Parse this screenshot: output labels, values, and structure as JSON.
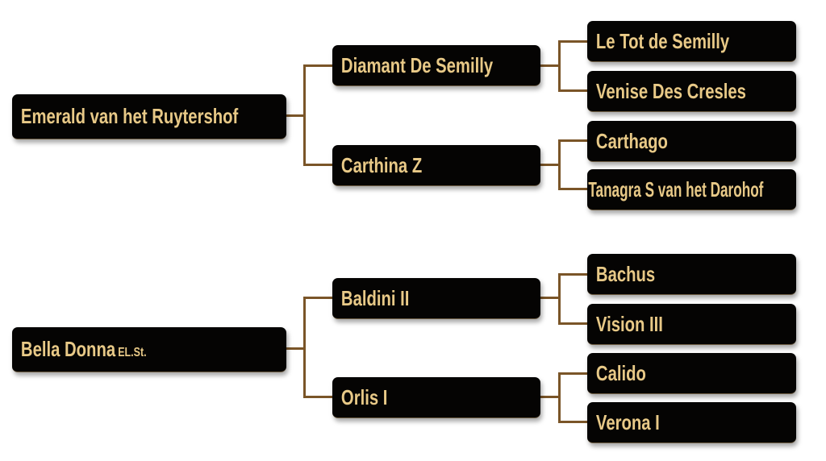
{
  "colors": {
    "box": "#050403",
    "text": "#e8c987",
    "connector": "#7a5528"
  },
  "pedigrees": [
    {
      "subject": {
        "name": "Emerald van het Ruytershof",
        "suffix": ""
      },
      "sire": {
        "name": "Diamant De Semilly",
        "sire": "Le Tot de Semilly",
        "dam": "Venise Des Cresles"
      },
      "dam": {
        "name": "Carthina Z",
        "sire": "Carthago",
        "dam": "Tanagra S van het Darohof"
      }
    },
    {
      "subject": {
        "name": "Bella Donna",
        "suffix": "EL.St."
      },
      "sire": {
        "name": "Baldini II",
        "sire": "Bachus",
        "dam": "Vision III"
      },
      "dam": {
        "name": "Orlis I",
        "sire": "Calido",
        "dam": "Verona I"
      }
    }
  ]
}
